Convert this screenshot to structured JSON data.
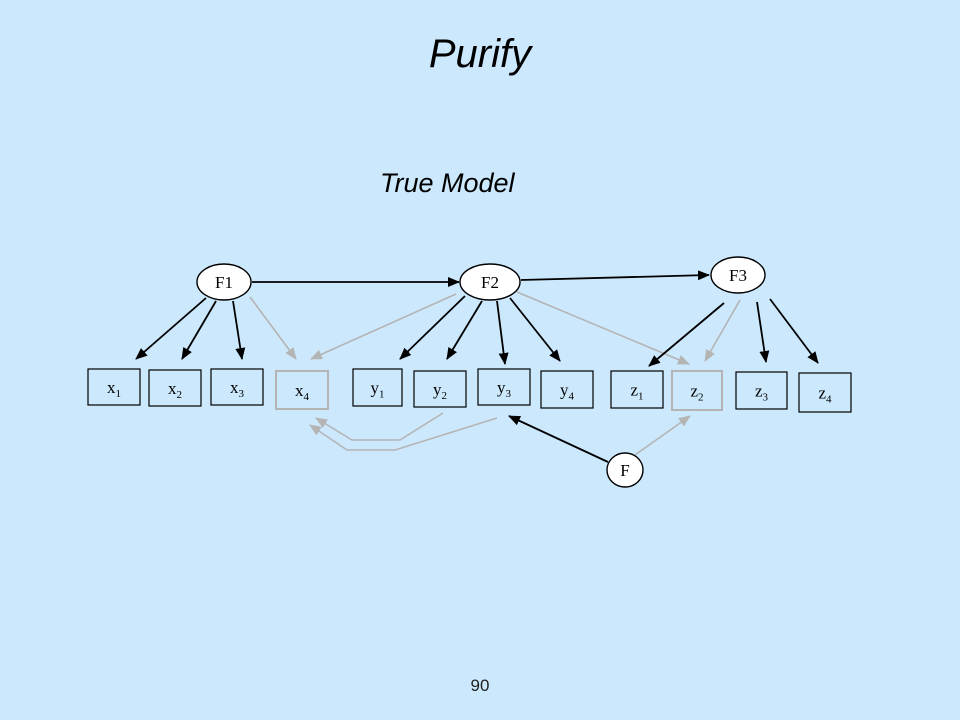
{
  "slide": {
    "title": "Purify",
    "subtitle": "True Model",
    "page_number": "90"
  },
  "colors": {
    "background": "#cce8fc",
    "edge_dark": "#000000",
    "edge_light": "#b4b4b4"
  },
  "latents": [
    {
      "id": "F1",
      "base": "F",
      "sub": "1"
    },
    {
      "id": "F2",
      "base": "F",
      "sub": "2"
    },
    {
      "id": "F3",
      "base": "F",
      "sub": "3"
    },
    {
      "id": "F",
      "base": "F",
      "sub": ""
    }
  ],
  "indicators": [
    {
      "id": "x1",
      "base": "x",
      "sub": "1",
      "impure": false
    },
    {
      "id": "x2",
      "base": "x",
      "sub": "2",
      "impure": false
    },
    {
      "id": "x3",
      "base": "x",
      "sub": "3",
      "impure": false
    },
    {
      "id": "x4",
      "base": "x",
      "sub": "4",
      "impure": true
    },
    {
      "id": "y1",
      "base": "y",
      "sub": "1",
      "impure": false
    },
    {
      "id": "y2",
      "base": "y",
      "sub": "2",
      "impure": false
    },
    {
      "id": "y3",
      "base": "y",
      "sub": "3",
      "impure": false
    },
    {
      "id": "y4",
      "base": "y",
      "sub": "4",
      "impure": false
    },
    {
      "id": "z1",
      "base": "z",
      "sub": "1",
      "impure": false
    },
    {
      "id": "z2",
      "base": "z",
      "sub": "2",
      "impure": true
    },
    {
      "id": "z3",
      "base": "z",
      "sub": "3",
      "impure": false
    },
    {
      "id": "z4",
      "base": "z",
      "sub": "4",
      "impure": false
    }
  ],
  "edges": [
    {
      "from": "F1",
      "to": "F2",
      "style": "dark"
    },
    {
      "from": "F2",
      "to": "F3",
      "style": "dark"
    },
    {
      "from": "F1",
      "to": "x1",
      "style": "dark"
    },
    {
      "from": "F1",
      "to": "x2",
      "style": "dark"
    },
    {
      "from": "F1",
      "to": "x3",
      "style": "dark"
    },
    {
      "from": "F1",
      "to": "x4",
      "style": "light"
    },
    {
      "from": "F2",
      "to": "x4",
      "style": "light"
    },
    {
      "from": "F2",
      "to": "y1",
      "style": "dark"
    },
    {
      "from": "F2",
      "to": "y2",
      "style": "dark"
    },
    {
      "from": "F2",
      "to": "y3",
      "style": "dark"
    },
    {
      "from": "F2",
      "to": "y4",
      "style": "dark"
    },
    {
      "from": "F2",
      "to": "z2",
      "style": "light"
    },
    {
      "from": "F3",
      "to": "z1",
      "style": "dark"
    },
    {
      "from": "F3",
      "to": "z2",
      "style": "light"
    },
    {
      "from": "F3",
      "to": "z3",
      "style": "dark"
    },
    {
      "from": "F3",
      "to": "z4",
      "style": "dark"
    },
    {
      "from": "F",
      "to": "y3",
      "style": "dark"
    },
    {
      "from": "F",
      "to": "z2",
      "style": "light"
    },
    {
      "from": "y2",
      "to": "x4",
      "style": "light"
    },
    {
      "from": "y3",
      "to": "x4",
      "style": "light"
    }
  ]
}
